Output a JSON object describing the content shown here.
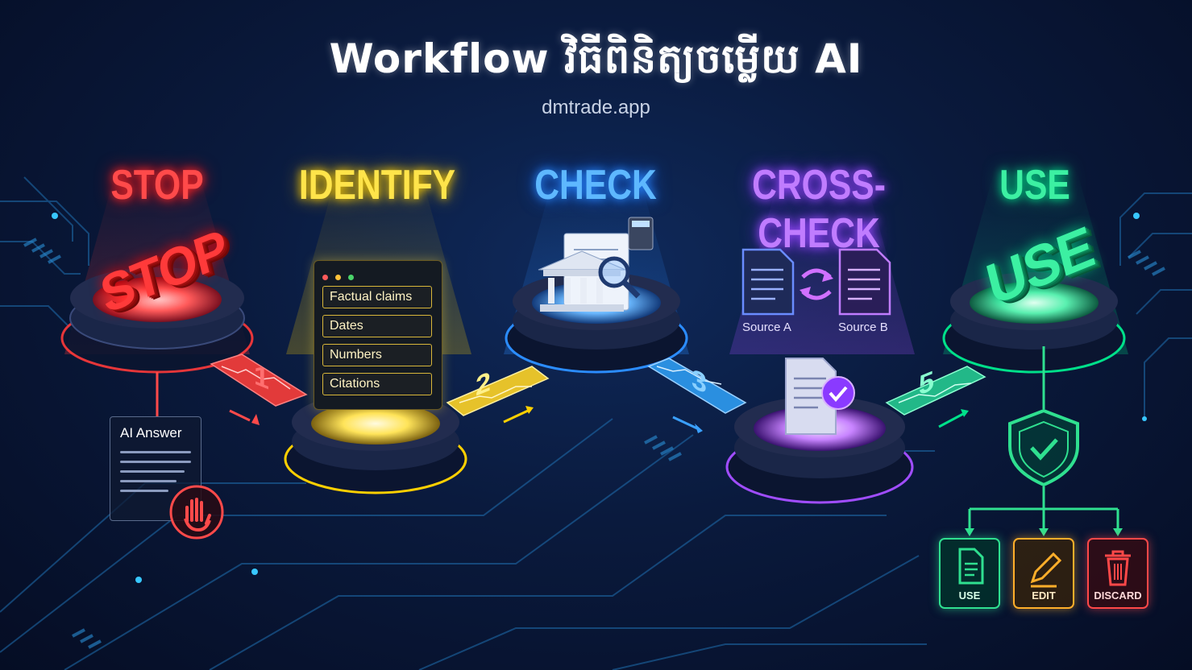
{
  "header": {
    "title": "Workflow វិធីពិនិត្យចម្លើយ AI",
    "subtitle": "dmtrade.app"
  },
  "steps": [
    {
      "title": "STOP",
      "sign": "STOP",
      "color": "#ff4a4a",
      "icon": "stop-sign-icon"
    },
    {
      "title": "IDENTIFY",
      "color": "#ffe44a",
      "icon": "checklist-window-icon",
      "panel_items": [
        "Factual claims",
        "Dates",
        "Numbers",
        "Citations"
      ]
    },
    {
      "title": "CHECK",
      "color": "#5eb8ff",
      "icon": "document-bank-magnifier-icon"
    },
    {
      "title": "CROSS-CHECK",
      "color": "#c07cff",
      "icon": "compare-sources-icon",
      "sources": [
        "Source A",
        "Source B"
      ]
    },
    {
      "title": "USE",
      "sign": "USE",
      "color": "#3cf0a2",
      "icon": "shield-check-icon",
      "actions": [
        "USE",
        "EDIT",
        "DISCARD"
      ]
    }
  ],
  "connectors": [
    "1",
    "2",
    "3",
    "5"
  ],
  "ai_card": {
    "title": "AI Answer",
    "icon": "hand-stop-icon"
  }
}
